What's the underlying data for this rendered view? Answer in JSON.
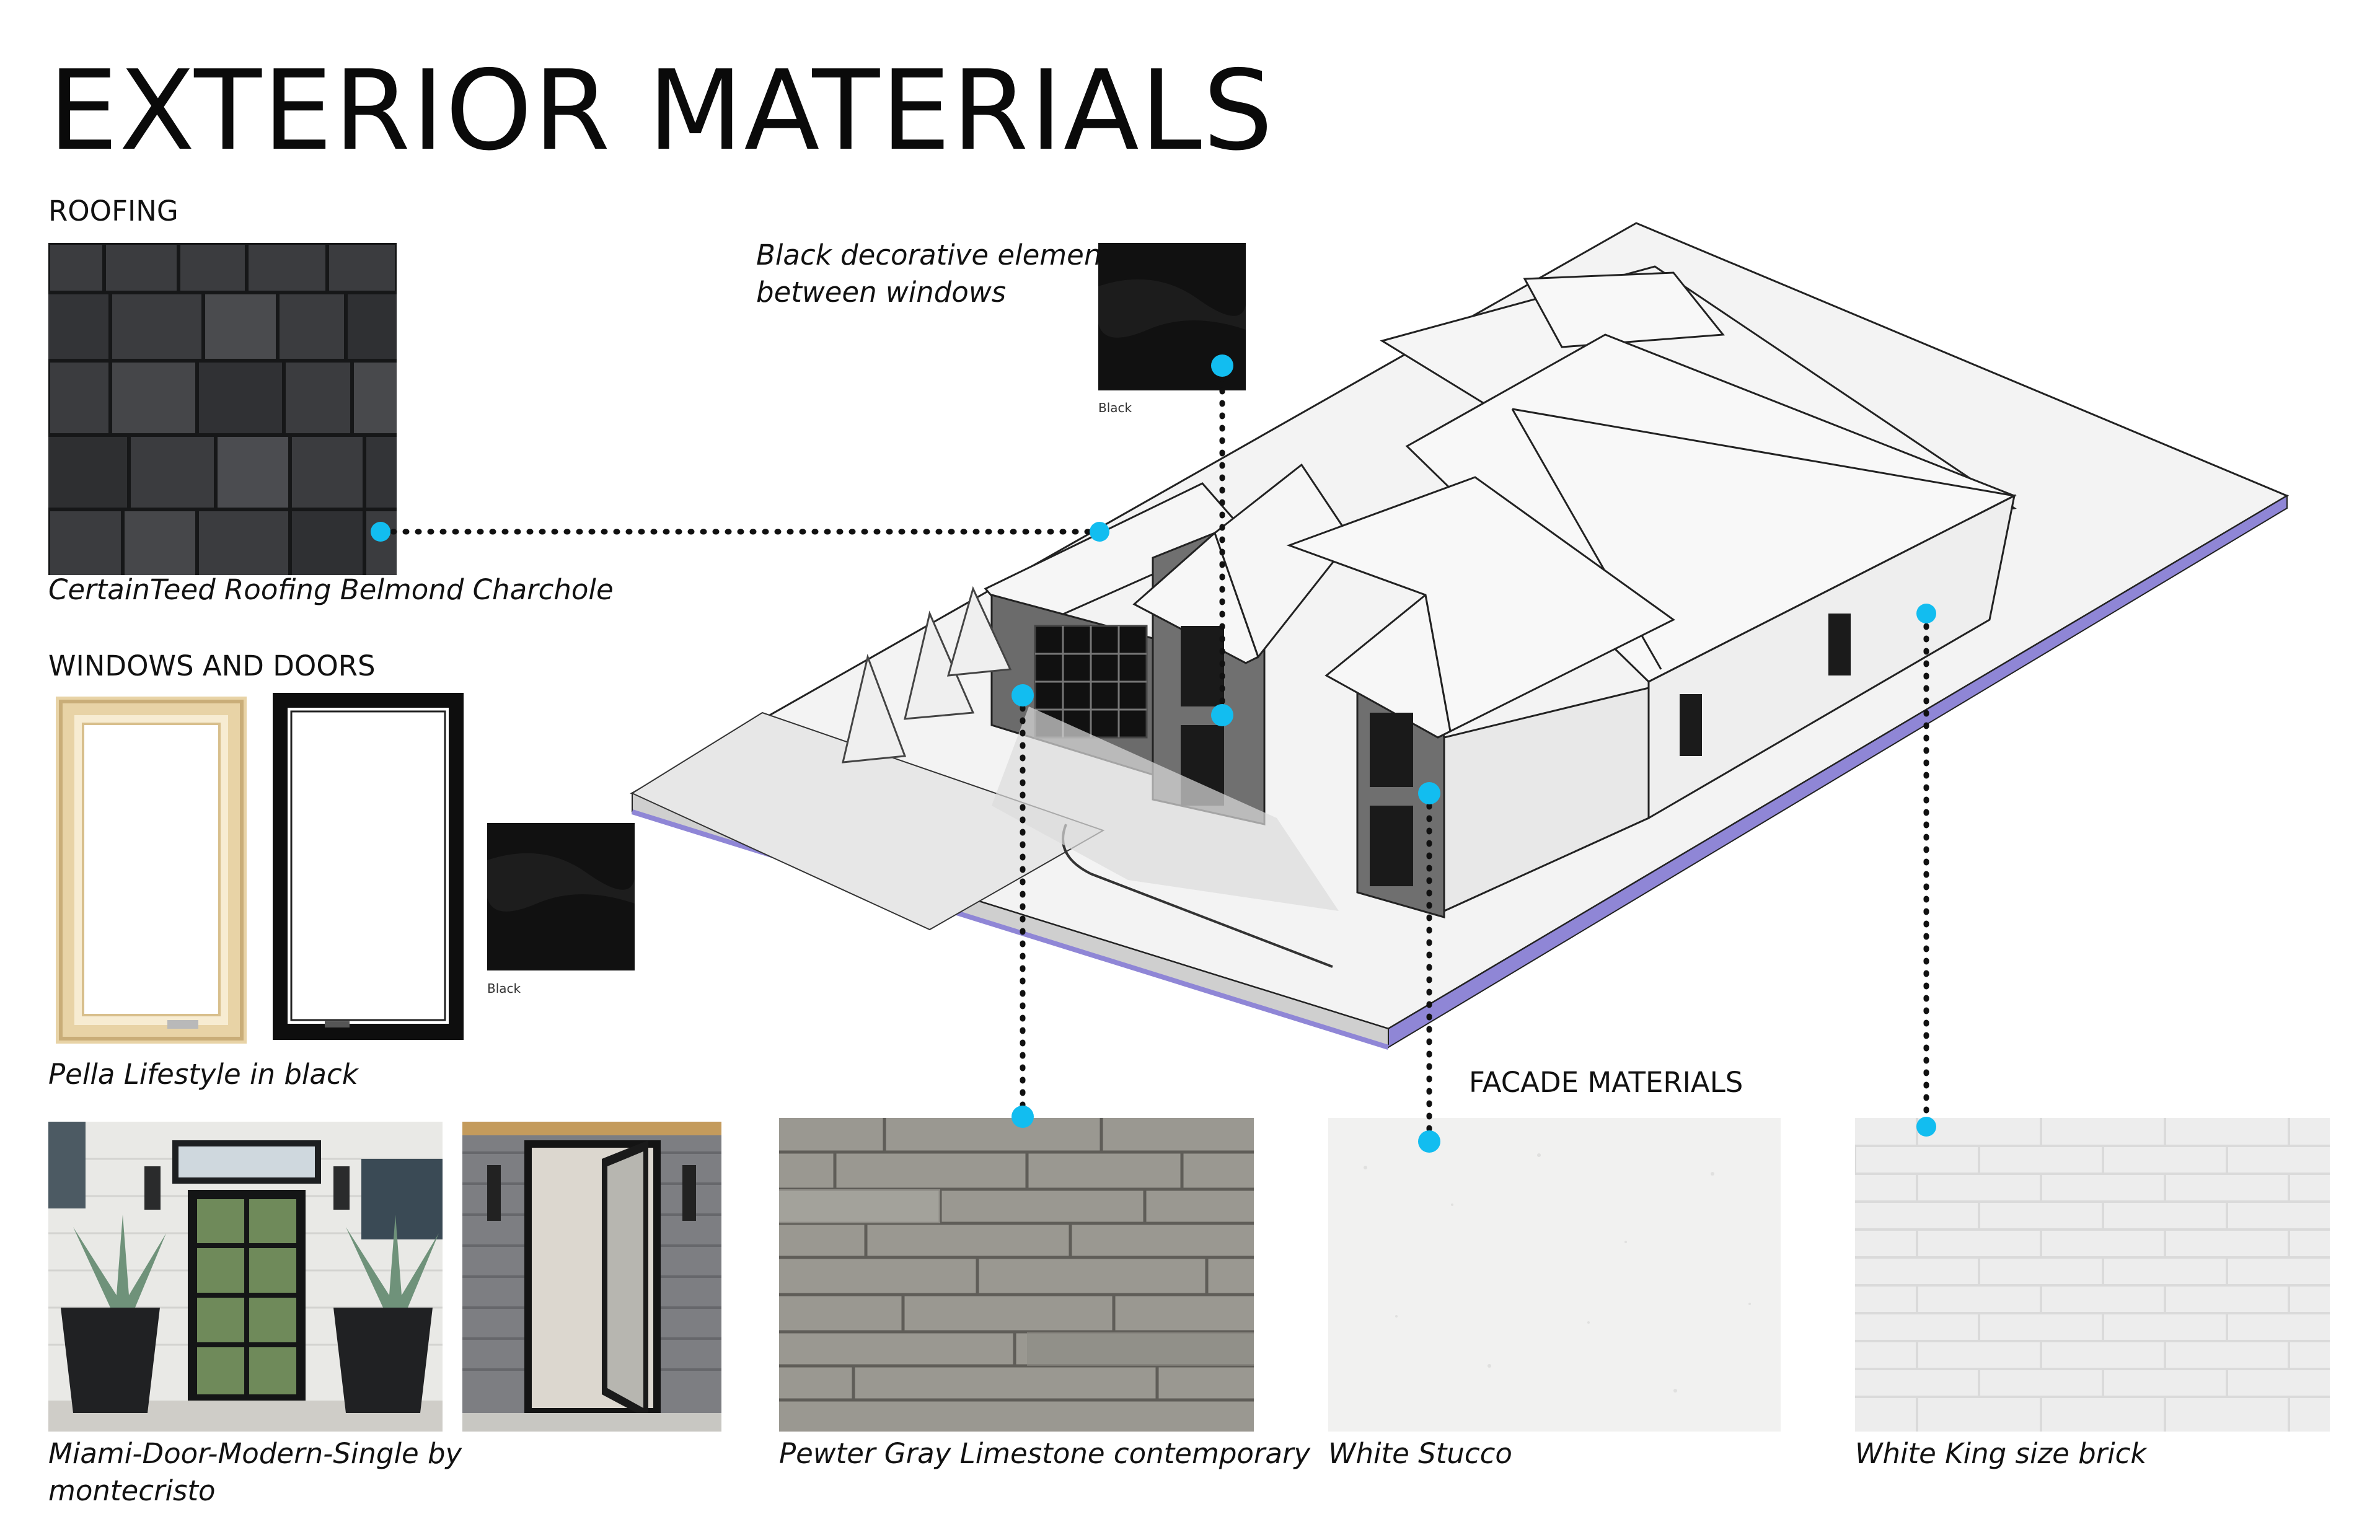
{
  "page": {
    "title": "EXTERIOR MATERIALS"
  },
  "roofing": {
    "heading": "ROOFING",
    "caption": "CertainTeed Roofing Belmond Charchole"
  },
  "decorative": {
    "caption_line1": "Black decorative elements",
    "caption_line2": "between windows",
    "swatch_label": "Black"
  },
  "windows_doors": {
    "heading": "WINDOWS AND DOORS",
    "caption": "Pella Lifestyle in black",
    "swatch_label": "Black"
  },
  "door": {
    "caption_line1": "Miami-Door-Modern-Single by",
    "caption_line2": "montecristo"
  },
  "facade": {
    "heading": "FACADE MATERIALS",
    "limestone_caption": "Pewter Gray Limestone contemporary",
    "stucco_caption": "White Stucco",
    "brick_caption": "White King size brick"
  },
  "colors": {
    "marker": "#12bdf0",
    "leader": "#111111",
    "roof_dark": "#2b2c2e",
    "limestone": "#9a9891",
    "stucco": "#f1f1f0",
    "brick": "#ededed",
    "slab_edge": "#8f86d6"
  }
}
